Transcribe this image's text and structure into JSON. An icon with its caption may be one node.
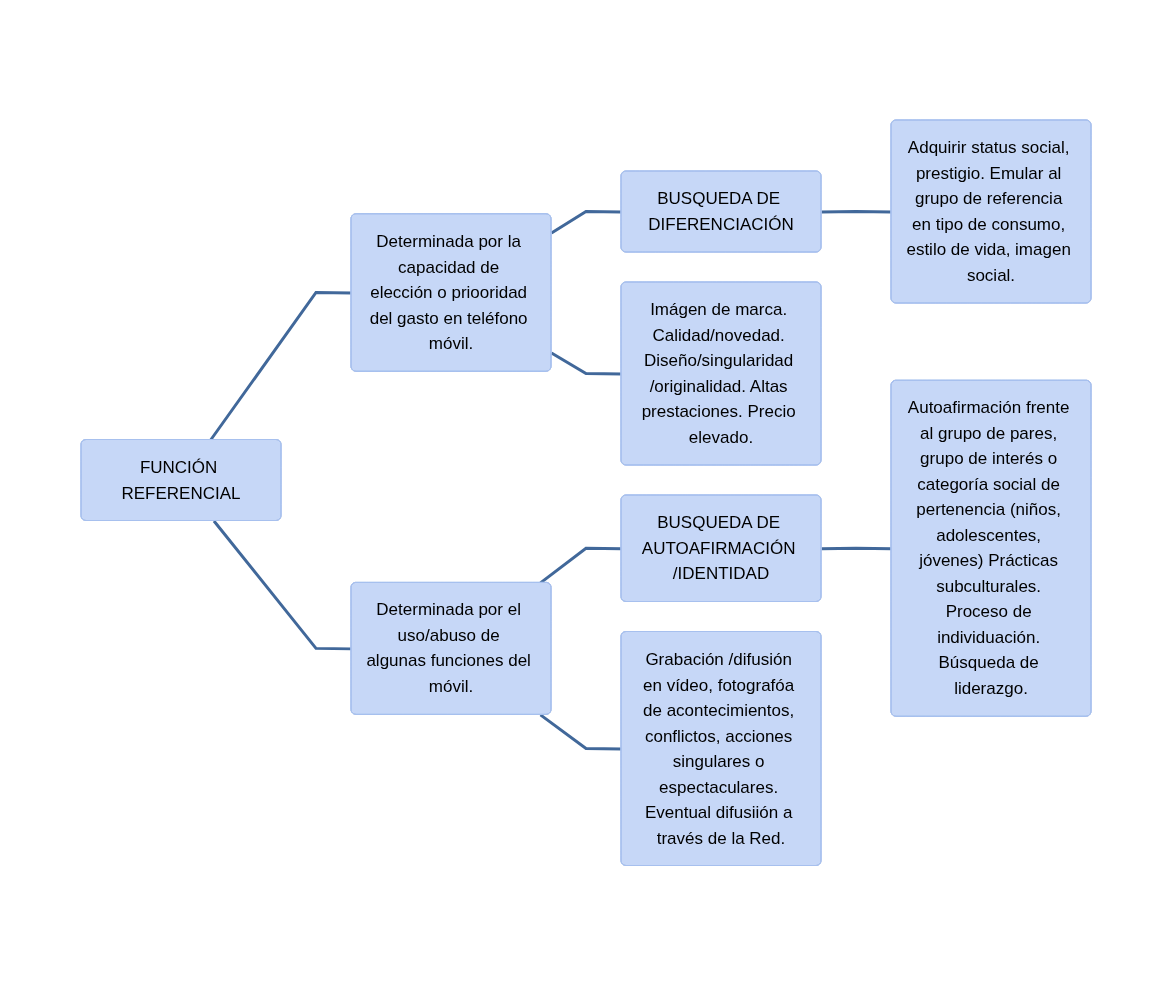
{
  "diagram": {
    "nodes": [
      {
        "text": [
          "FUNCIÓN REFERENCIAL"
        ]
      },
      {
        "text": [
          "Determinada por la capacidad de elección o priooridad del gasto en teléfono móvil."
        ]
      },
      {
        "text": [
          "BUSQUEDA DE DIFERENCIACIÓN"
        ]
      },
      {
        "text": [
          "Imágen de marca. Calidad/novedad. Diseño/singularidad /originalidad. Altas prestaciones. Precio elevado."
        ]
      },
      {
        "text": [
          "Adquirir status social, prestigio. Emular al grupo de referencia en tipo de consumo, estilo de vida, imagen social."
        ]
      },
      {
        "text": [
          "Determinada por el uso/abuso de algunas funciones del móvil."
        ]
      },
      {
        "text": [
          "BUSQUEDA DE AUTOAFIRMACIÓN /IDENTIDAD"
        ]
      },
      {
        "text": [
          "Grabación /difusión en vídeo, fotografóa de acontecimientos, conflictos, acciones singulares o espectaculares. Eventual difusiión a través de la Red."
        ]
      },
      {
        "text": [
          "Autoafirmación frente al grupo de pares, grupo de interés o categoría social de pertenencia (niños, adolescentes, jóvenes) Prácticas subculturales. Proceso de individuación. Búsqueda de liderazgo."
        ]
      }
    ],
    "edges": [
      {
        "from": 0,
        "to": 1,
        "arrow": "none"
      },
      {
        "from": 0,
        "to": 5,
        "arrow": "none"
      },
      {
        "from": 1,
        "to": 2,
        "arrow": "none"
      },
      {
        "from": 1,
        "to": 3,
        "arrow": "none"
      },
      {
        "from": 2,
        "to": 4,
        "arrow": "none"
      },
      {
        "from": 5,
        "to": 6,
        "arrow": "none"
      },
      {
        "from": 5,
        "to": 7,
        "arrow": "none"
      },
      {
        "from": 6,
        "to": 8,
        "arrow": "none"
      }
    ]
  }
}
